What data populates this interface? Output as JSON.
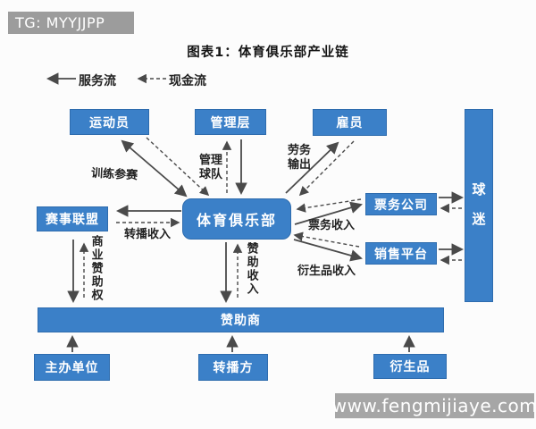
{
  "badge": {
    "text": "TG: MYYJJPP"
  },
  "title": "图表1：体育俱乐部产业链",
  "legend": {
    "service": "服务流",
    "cash": "现金流"
  },
  "nodes": {
    "athlete": "运动员",
    "management": "管理层",
    "employee": "雇员",
    "fans": "球迷",
    "league": "赛事联盟",
    "club": "体育俱乐部",
    "ticketing": "票务公司",
    "sales_platform": "销售平台",
    "sponsor": "赞助商",
    "organizer": "主办单位",
    "broadcaster": "转播方",
    "derivatives": "衍生品"
  },
  "edge_labels": {
    "training_compete": "训练参赛",
    "manage_team": "管理球队",
    "labor_export": "劳务输出",
    "broadcast_income": "转播收入",
    "ticket_income": "票务收入",
    "derivative_income": "衍生品收入",
    "sponsor_income": "赞助收入",
    "commercial_sponsor_rights": "商业赞助权"
  },
  "watermark": "www.fengmijiaye.com",
  "colors": {
    "box_blue": "#3b80c8",
    "badge_gray": "#9c9c9c",
    "watermark_gray": "#a6a6a6",
    "arrow": "#4a4a4a",
    "background": "#fcfcfc"
  }
}
